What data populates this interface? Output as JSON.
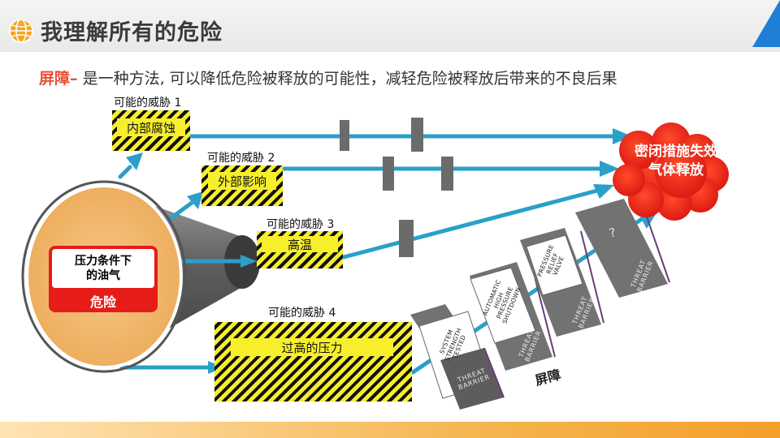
{
  "header": {
    "title": "我理解所有的危险"
  },
  "definition": {
    "keyword": "屏障–",
    "text": "是一种方法, 可以降低危险被释放的可能性，减轻危险被释放后带来的不良后果"
  },
  "hazard": {
    "line1": "压力条件下",
    "line2": "的油气",
    "label": "危险"
  },
  "threats": [
    {
      "caption": "可能的威胁 1",
      "name": "内部腐蚀"
    },
    {
      "caption": "可能的威胁 2",
      "name": "外部影响"
    },
    {
      "caption": "可能的威胁 3",
      "name": "高温"
    },
    {
      "caption": "可能的威胁 4",
      "name": "过高的压力"
    }
  ],
  "top_event": {
    "line1": "密闭措施失效",
    "line2": "气体释放"
  },
  "barriers": [
    {
      "plate": [
        "SYSTEM",
        "STRENGTH",
        "TESTED"
      ],
      "tag": [
        "THREAT",
        "BARRIER"
      ]
    },
    {
      "plate": [
        "AUTOMATIC",
        "HIGH",
        "PRESSURE",
        "SHUTDOWN"
      ],
      "tag": [
        "THREAT",
        "BARRIER"
      ]
    },
    {
      "plate": [
        "PRESSURE",
        "RELIEF",
        "VALVE"
      ],
      "tag": [
        "THREAT",
        "BARRIER"
      ]
    },
    {
      "plate": [
        "?"
      ],
      "tag": [
        "THREAT",
        "BARRIER"
      ]
    }
  ],
  "barrier_caption": "屏障",
  "colors": {
    "accent_red": "#e61c19",
    "arrow_blue": "#2aa0c8",
    "hazard_yellow": "#f7ee2c",
    "cloud_red": "#ea1f16",
    "title_bar_blue": "#1f7fd6"
  },
  "icons": {
    "logo": "orange-globe-icon"
  }
}
